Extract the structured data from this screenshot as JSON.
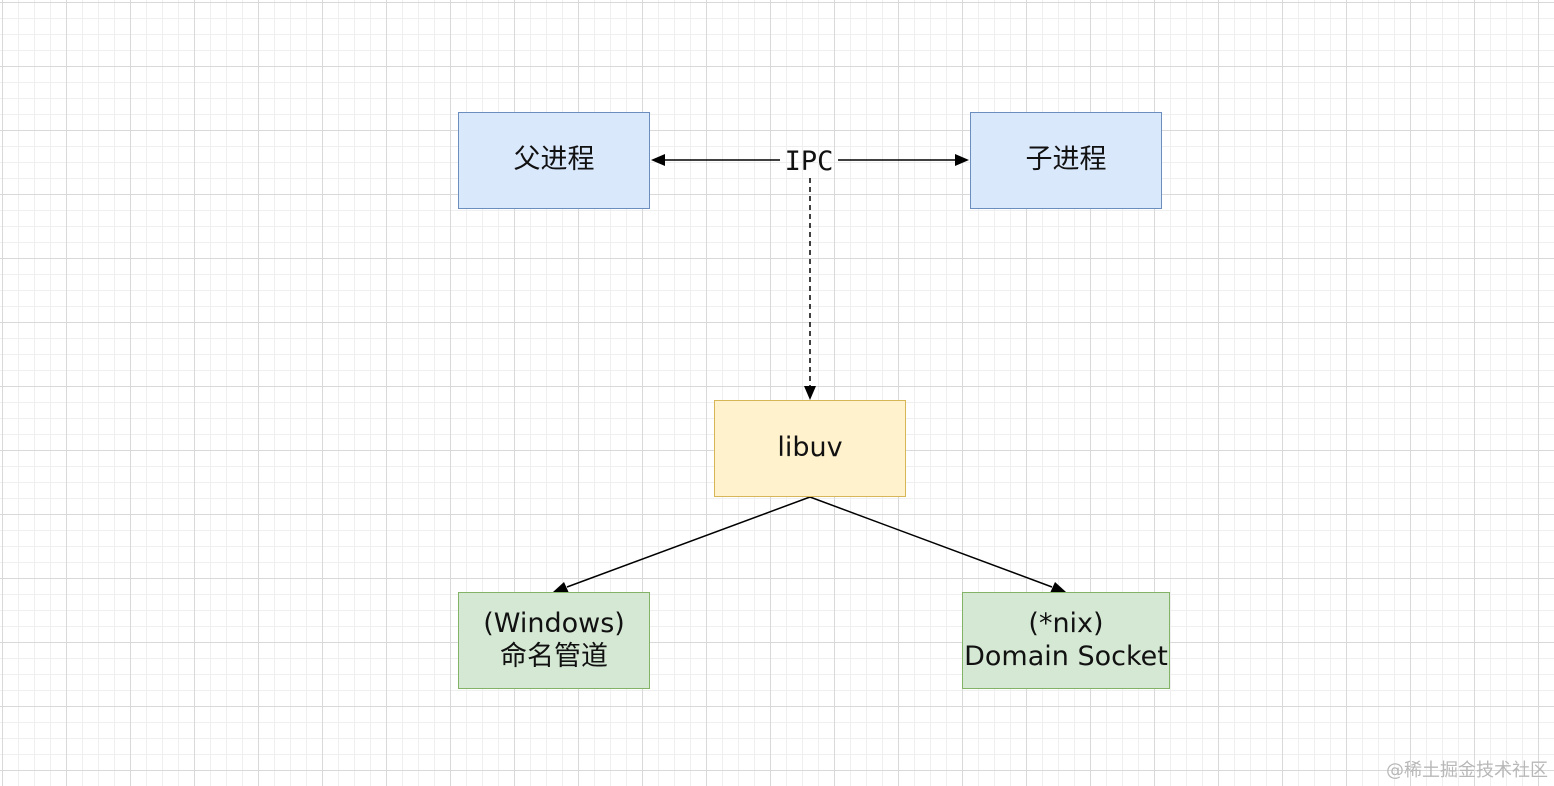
{
  "nodes": {
    "parent_process": "父进程",
    "child_process": "子进程",
    "libuv": "libuv",
    "windows_pipe": "(Windows)\n命名管道",
    "nix_socket": "(*nix)\nDomain Socket"
  },
  "edges": {
    "ipc_label": "IPC"
  },
  "watermark": "@稀土掘金技术社区",
  "colors": {
    "blue_fill": "#dae8fc",
    "blue_stroke": "#6c8ebf",
    "yellow_fill": "#fff2cc",
    "yellow_stroke": "#d6b656",
    "green_fill": "#d5e8d4",
    "green_stroke": "#82b366"
  }
}
